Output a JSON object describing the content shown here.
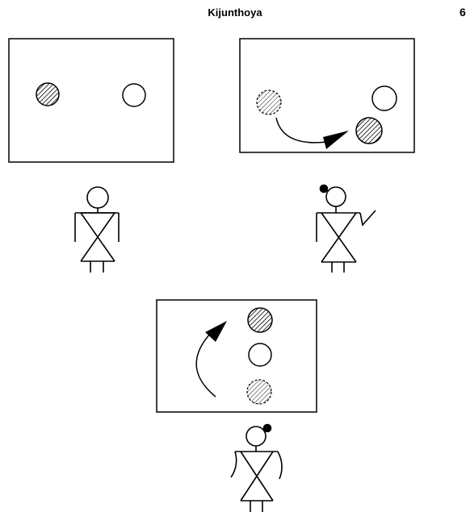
{
  "header": {
    "title": "Kijunthoya",
    "page_number": "6"
  },
  "figures": [
    {
      "id": "panel-1",
      "description_icons": [
        "hatched-circle-icon",
        "open-circle-icon",
        "standing-figure-icon"
      ]
    },
    {
      "id": "panel-2",
      "description_icons": [
        "dashed-hatched-circle-icon",
        "open-circle-icon",
        "hatched-circle-icon",
        "curved-arrow-icon",
        "figure-with-bun-pointing-icon"
      ]
    },
    {
      "id": "panel-3",
      "description_icons": [
        "hatched-circle-icon",
        "open-circle-icon",
        "dashed-hatched-circle-icon",
        "curved-arrow-icon",
        "figure-with-bun-arms-curved-icon"
      ]
    }
  ],
  "colors": {
    "ink": "#000000",
    "paper": "#ffffff"
  }
}
